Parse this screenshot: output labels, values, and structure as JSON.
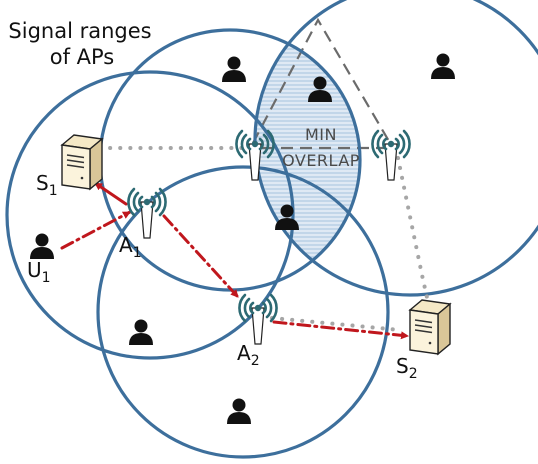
{
  "caption": {
    "line1": "Signal ranges",
    "line2": "of APs"
  },
  "overlap": {
    "line1": "MIN",
    "line2": "OVERLAP"
  },
  "nodes": {
    "s1": {
      "base": "S",
      "sub": "1"
    },
    "a1": {
      "base": "A",
      "sub": "1"
    },
    "u1": {
      "base": "U",
      "sub": "1"
    },
    "a2": {
      "base": "A",
      "sub": "2"
    },
    "s2": {
      "base": "S",
      "sub": "2"
    }
  },
  "colors": {
    "circle": "#3d6f9c",
    "link": "#c0171d",
    "dots": "#a6a6a6",
    "dash": "#6b6b6b",
    "hatch": "#8fb3d6",
    "person": "#111111",
    "antenna": "#2d6a73"
  },
  "icons": {
    "ap": "wifi-access-point-icon",
    "server": "server-icon",
    "user": "person-icon"
  }
}
